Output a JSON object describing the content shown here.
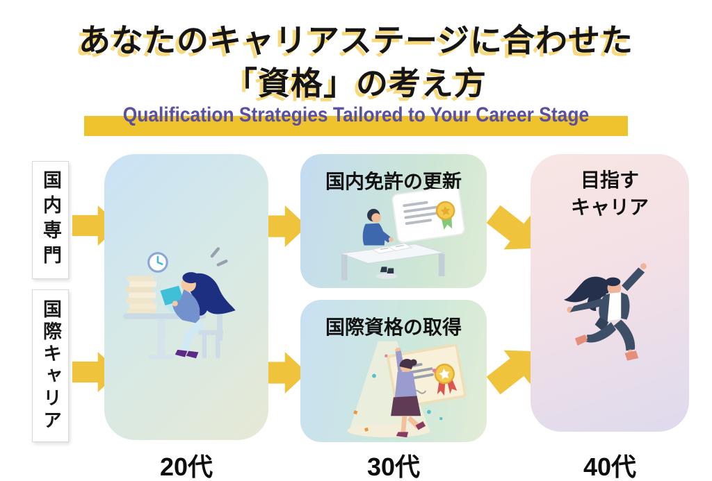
{
  "title": {
    "line1": "あなたのキャリアステージに合わせた",
    "line2": "「資格」の考え方",
    "highlight_color": "#f7d87a"
  },
  "subtitle": {
    "text": "Qualification Strategies Tailored to Your Career Stage",
    "text_color": "#5b4fa0",
    "bar_color": "#efc32e"
  },
  "left_labels": [
    {
      "text": "国内専門"
    },
    {
      "text": "国際キャリア"
    }
  ],
  "flow": {
    "arrow_color": "#f0c33c",
    "arrows": [
      {
        "name": "domestic-to-20s",
        "direction": "right"
      },
      {
        "name": "international-to-20s",
        "direction": "right"
      },
      {
        "name": "20s-to-license-renewal",
        "direction": "right"
      },
      {
        "name": "20s-to-international-cert",
        "direction": "right"
      },
      {
        "name": "license-renewal-to-career",
        "direction": "down-right"
      },
      {
        "name": "international-cert-to-career",
        "direction": "up-right"
      }
    ]
  },
  "boxes": {
    "stage20": {
      "illustration": "busy-woman-at-desk-with-laptop-paper-stacks-and-clock"
    },
    "license_renewal": {
      "title": "国内免許の更新",
      "illustration": "person-at-desk-with-certificate-and-medal"
    },
    "international_cert": {
      "title": "国際資格の取得",
      "illustration": "celebrating-woman-with-certificate-in-spotlight"
    },
    "career": {
      "title_line1": "目指す",
      "title_line2": "キャリア",
      "illustration": "jumping-businesswoman"
    }
  },
  "stage_labels": [
    "20代",
    "30代",
    "40代"
  ]
}
